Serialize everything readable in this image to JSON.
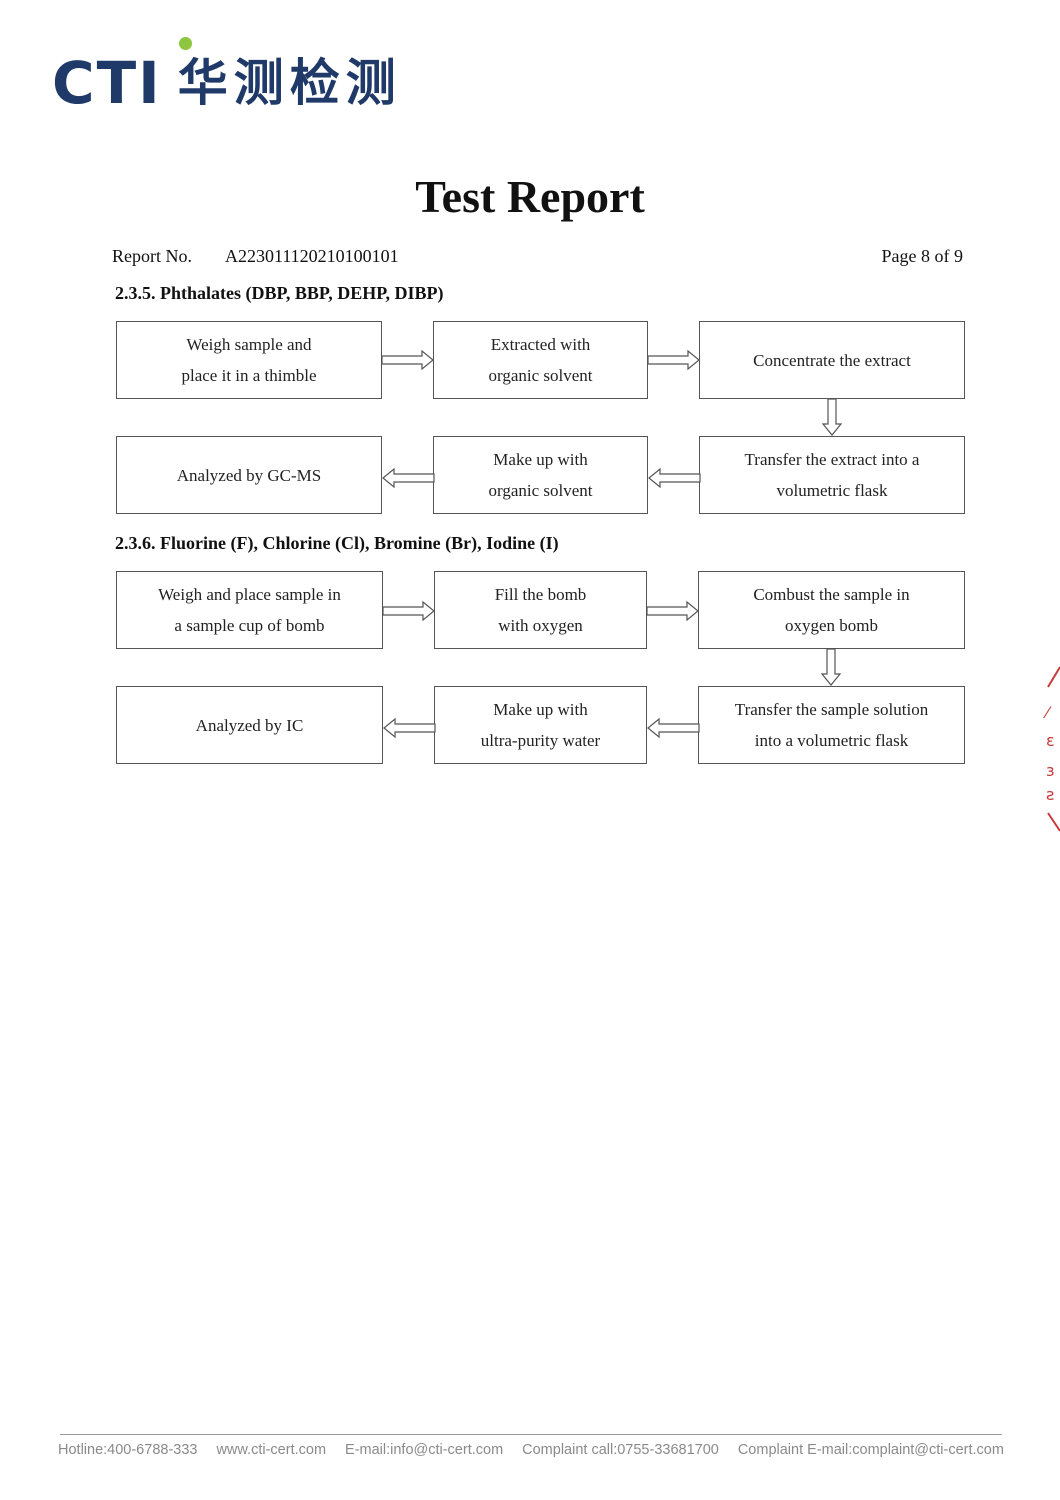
{
  "header": {
    "logo_latin": "CTI",
    "logo_cjk": "华测检测"
  },
  "title": "Test Report",
  "report": {
    "number_label": "Report No.",
    "number_value": "A223011120210100101",
    "page": "Page 8 of 9"
  },
  "sections": [
    {
      "heading": "2.3.5. Phthalates (DBP, BBP, DEHP, DIBP)",
      "steps": [
        "Weigh sample and\nplace it in a thimble",
        "Extracted with\norganic solvent",
        "Concentrate the extract",
        "Transfer the extract into a\nvolumetric flask",
        "Make up with\norganic solvent",
        "Analyzed by GC-MS"
      ]
    },
    {
      "heading": "2.3.6. Fluorine (F), Chlorine (Cl), Bromine (Br), Iodine (I)",
      "steps": [
        "Weigh and place sample in\na sample cup of bomb",
        "Fill the bomb\nwith oxygen",
        "Combust the sample in\noxygen bomb",
        "Transfer the sample solution\ninto a volumetric flask",
        "Make up with\nultra-purity water",
        "Analyzed by IC"
      ]
    }
  ],
  "footer": {
    "hotline": "Hotline:400-6788-333",
    "website": "www.cti-cert.com",
    "email": "E-mail:info@cti-cert.com",
    "complaint_call": "Complaint call:0755-33681700",
    "complaint_email": "Complaint E-mail:complaint@cti-cert.com"
  },
  "colors": {
    "logo_blue": "#1f3a68",
    "logo_dot_green": "#8dc63f",
    "stamp_red": "#c83a3a"
  }
}
